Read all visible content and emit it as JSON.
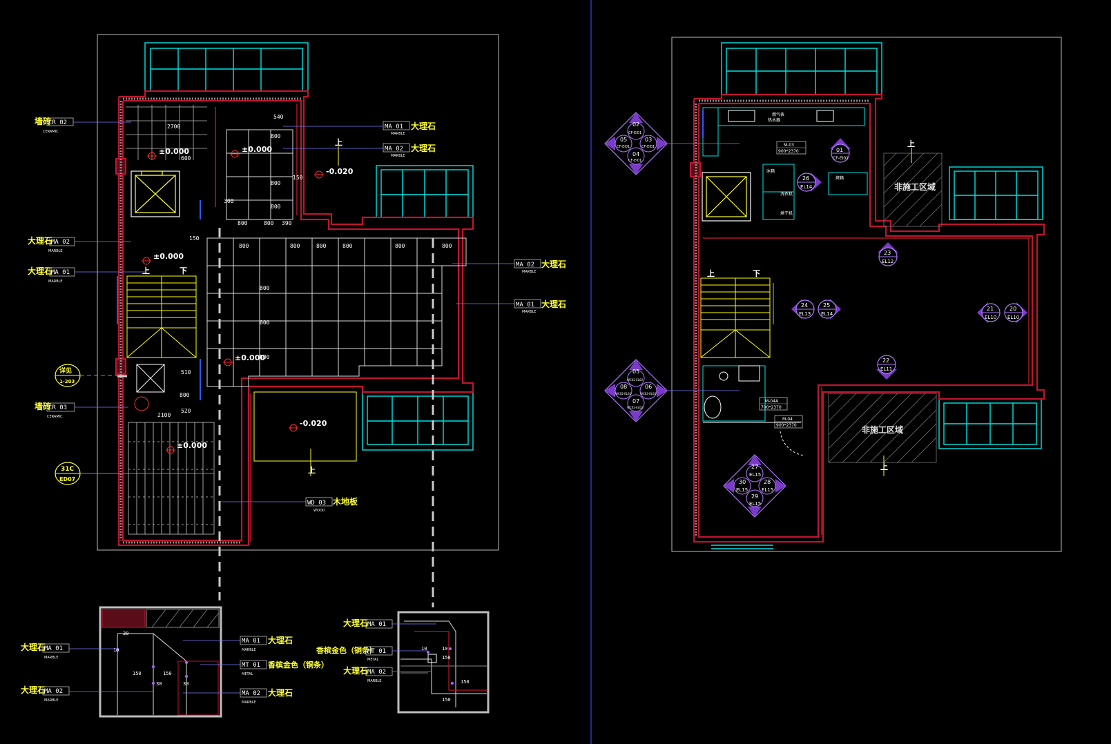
{
  "canvas_bg": "#000000",
  "colors": {
    "wall": "#c0142f",
    "window": "#00e5e5",
    "frame": "#d0d0d0",
    "grid": "#dcdcdc",
    "label": "#ffff33",
    "leader": "#7a7aff",
    "marker": "#7a3cc8",
    "stair": "#ffff00",
    "redline": "#ff2a2a"
  },
  "left_plan": {
    "labels": [
      {
        "cn": "墙砖",
        "code": "CR 02",
        "sub": "CERAMIC"
      },
      {
        "cn": "大理石",
        "code": "MA 01",
        "sub": "MARBLE"
      },
      {
        "cn": "大理石",
        "code": "MA 02",
        "sub": "MARBLE"
      },
      {
        "cn": "大理石",
        "code": "MA 02",
        "sub": "MARBLE"
      },
      {
        "cn": "大理石",
        "code": "MA 01",
        "sub": "MARBLE"
      },
      {
        "cn": "大理石",
        "code": "MA 02",
        "sub": "MARBLE"
      },
      {
        "cn": "大理石",
        "code": "MA 01",
        "sub": "MARBLE"
      },
      {
        "cn": "墙砖",
        "code": "CR 03",
        "sub": "CERAMIC"
      },
      {
        "cn": "木地板",
        "code": "WD 03",
        "sub": "WOOD"
      }
    ],
    "levels": [
      "±0.000",
      "±0.000",
      "-0.020",
      "±0.000",
      "±0.000",
      "-0.020",
      "±0.000"
    ],
    "tags": [
      {
        "top": "详见",
        "bottom": "1-203"
      },
      {
        "top": "31C",
        "bottom": "ED07"
      }
    ],
    "dims": [
      "540",
      "2700",
      "800",
      "800",
      "800",
      "150",
      "800",
      "800",
      "800",
      "800",
      "800",
      "800",
      "800",
      "800",
      "390",
      "150",
      "600",
      "2100",
      "520",
      "510",
      "300",
      "800",
      "800",
      "800",
      "800"
    ],
    "up_label": "上",
    "down_label": "下"
  },
  "detail_left": {
    "labels": [
      {
        "cn": "大理石",
        "code": "MA 01",
        "sub": "MARBLE"
      },
      {
        "cn": "大理石",
        "code": "MA 02",
        "sub": "MARBLE"
      },
      {
        "cn": "大理石",
        "code": "MA 01",
        "sub": "MARBLE"
      },
      {
        "cn": "香槟金色（铜条）",
        "code": "MT 01",
        "sub": "METAL"
      },
      {
        "cn": "大理石",
        "code": "MA 02",
        "sub": "MARBLE"
      }
    ],
    "dims": [
      "30",
      "150",
      "150",
      "30",
      "30",
      "10"
    ]
  },
  "detail_right": {
    "labels": [
      {
        "cn": "大理石",
        "code": "MA 01",
        "sub": "MARBLE"
      },
      {
        "cn": "香槟金色（铜条）",
        "code": "MT 01",
        "sub": "METAL"
      },
      {
        "cn": "大理石",
        "code": "MA 02",
        "sub": "MARBLE"
      }
    ],
    "dims": [
      "10",
      "150",
      "10",
      "150",
      "150"
    ]
  },
  "right_plan": {
    "markers": [
      {
        "top": "02",
        "left": "05",
        "right": "03",
        "bottom": "04",
        "tl": "CF-EI01",
        "tr": "CF-EI01",
        "bl": "CF-EI01",
        "br": "CF-EI01"
      },
      {
        "top": "05",
        "left": "08",
        "right": "06",
        "bottom": "07",
        "tl": "WC02-EL02",
        "tr": "WC02-EL02",
        "bl": "WC02-EL02",
        "br": "WC02-EL02"
      },
      {
        "top": "27",
        "left": "30",
        "right": "28",
        "bottom": "29",
        "tl": "EL15",
        "tr": "EL15",
        "bl": "EL15",
        "br": "EL15"
      }
    ],
    "elevation_tags": [
      {
        "num": "01",
        "ref": "CF-EI01"
      },
      {
        "num": "26",
        "ref": "EL14"
      },
      {
        "num": "23",
        "ref": "EL12"
      },
      {
        "num": "24",
        "ref": "EL13"
      },
      {
        "num": "25",
        "ref": "EL14"
      },
      {
        "num": "21",
        "ref": "EL10"
      },
      {
        "num": "20",
        "ref": "EL10"
      },
      {
        "num": "22",
        "ref": "EL11"
      }
    ],
    "zones": [
      "非施工区域",
      "非施工区域"
    ],
    "doors": [
      {
        "code": "M-03",
        "size": "900*2370"
      },
      {
        "code": "M-04A",
        "size": "700*2370"
      },
      {
        "code": "M-04",
        "size": "900*2370"
      }
    ],
    "room_notes": [
      "燃气表",
      "热水器",
      "冰箱",
      "洗衣机",
      "烘干机",
      "烤箱"
    ],
    "up_label": "上",
    "down_label": "下"
  }
}
